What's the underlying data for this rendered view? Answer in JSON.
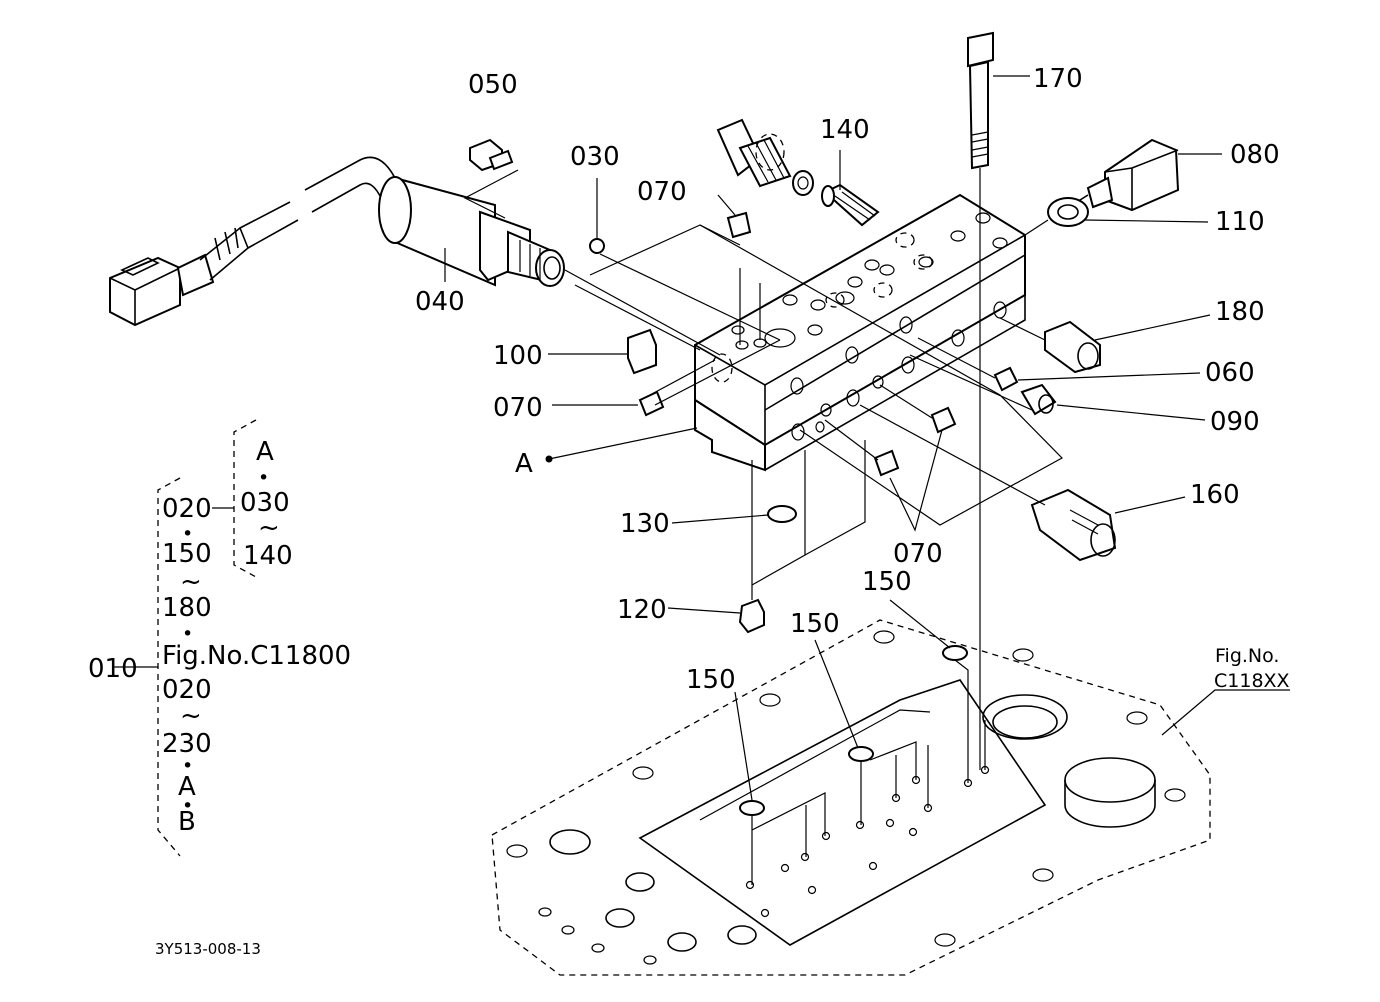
{
  "labels": {
    "p050": "050",
    "p030": "030",
    "p140": "140",
    "p170": "170",
    "p080": "080",
    "p070a": "070",
    "p110": "110",
    "p040": "040",
    "p100": "100",
    "p180": "180",
    "p060": "060",
    "p070b": "070",
    "p090": "090",
    "pA": "A",
    "p160": "160",
    "p130": "130",
    "p070c": "070",
    "p150a": "150",
    "p120": "120",
    "p150b": "150",
    "p150c": "150"
  },
  "fig_ref": {
    "line1": "Fig.No.",
    "line2": "C118XX"
  },
  "legend": {
    "outer": "010",
    "rows": [
      "020",
      "150",
      "180",
      "Fig.No.C11800",
      "020",
      "230",
      "A",
      "B"
    ],
    "inner": [
      "A",
      "030",
      "140"
    ],
    "tilde": "~",
    "dot": "•"
  },
  "drawing_code": "3Y513-008-13"
}
